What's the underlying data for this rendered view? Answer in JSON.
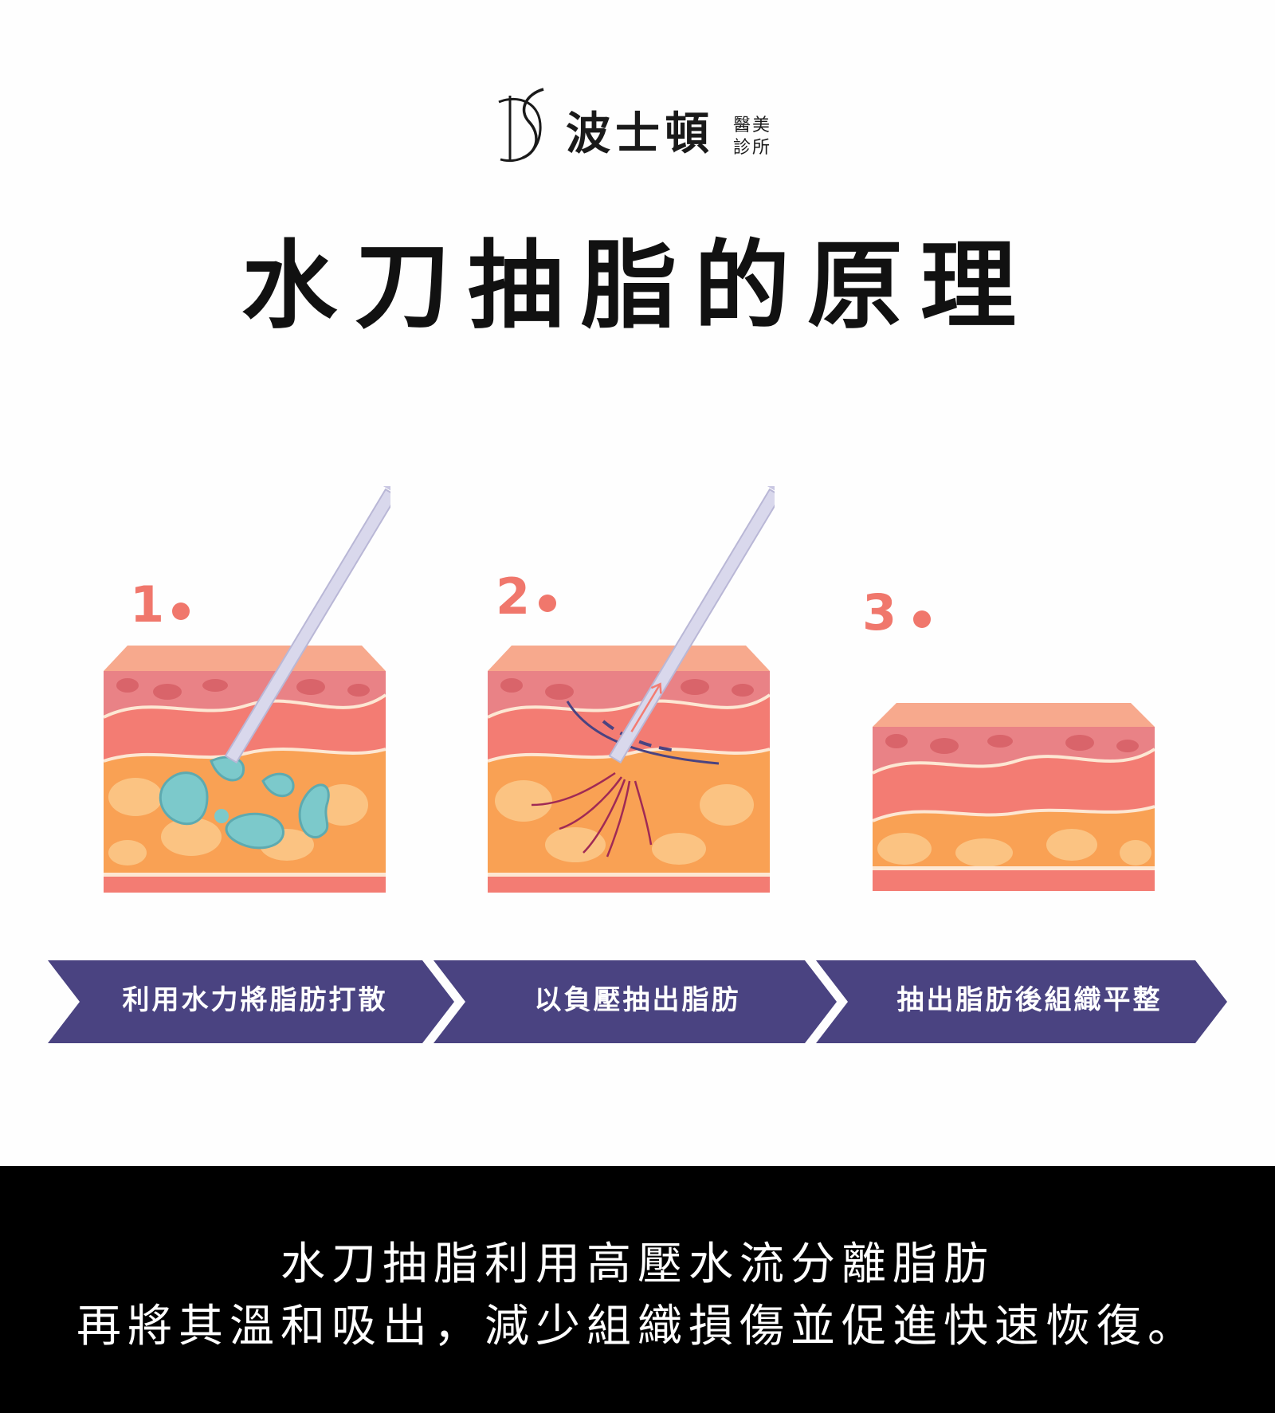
{
  "brand": {
    "name": "波士頓",
    "sub_line1": "醫美",
    "sub_line2": "診所"
  },
  "title": "水刀抽脂的原理",
  "steps": [
    {
      "number": "1",
      "label": "利用水力將脂肪打散"
    },
    {
      "number": "2",
      "label": "以負壓抽出脂肪"
    },
    {
      "number": "3",
      "label": "抽出脂肪後組織平整"
    }
  ],
  "footer": {
    "line1": "水刀抽脂利用高壓水流分離脂肪",
    "line2": "再將其溫和吸出，減少組織損傷並促進快速恢復。"
  },
  "colors": {
    "accent_number": "#f0776c",
    "arrow_fill": "#4a4381",
    "skin_top": "#f7a98d",
    "dermis": "#e98286",
    "dermis_mid": "#f37c73",
    "fat": "#f9a154",
    "fat_cells": "#fbc382",
    "fluid": "#7cc9cb",
    "cannula": "#d9d8ec",
    "footer_bg": "#000000"
  }
}
